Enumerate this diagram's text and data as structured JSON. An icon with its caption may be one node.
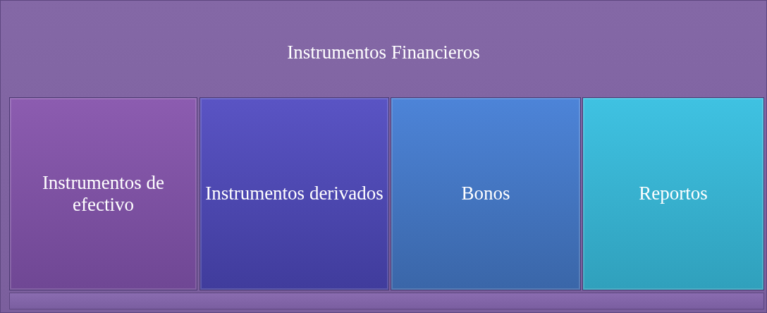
{
  "diagram": {
    "nodes": [
      {
        "text": [
          "Instrumentos Financieros"
        ]
      },
      {
        "text": [
          "Instrumentos de efectivo"
        ],
        "in": 0
      },
      {
        "text": [
          "Instrumentos derivados"
        ],
        "in": 0
      },
      {
        "text": [
          "Bonos"
        ],
        "in": 0
      },
      {
        "text": [
          "Reportos"
        ],
        "in": 0
      }
    ]
  }
}
